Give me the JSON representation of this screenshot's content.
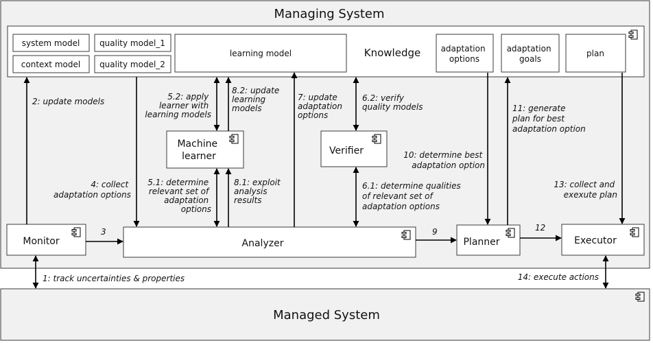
{
  "managing_system": {
    "title": "Managing System"
  },
  "managed_system": {
    "title": "Managed System"
  },
  "knowledge": {
    "title": "Knowledge",
    "models": {
      "system_model": "system model",
      "quality_model_1": "quality model_1",
      "context_model": "context model",
      "quality_model_2": "quality model_2",
      "learning_model": "learning model",
      "adaptation_options": [
        "adaptation",
        "options"
      ],
      "adaptation_goals": [
        "adaptation",
        "goals"
      ],
      "plan": "plan"
    }
  },
  "components": {
    "monitor": "Monitor",
    "analyzer": "Analyzer",
    "planner": "Planner",
    "executor": "Executor",
    "machine_learner": [
      "Machine",
      "learner"
    ],
    "verifier": "Verifier"
  },
  "steps": {
    "s1": "1: track uncertainties & properties",
    "s2": "2: update models",
    "s3": "3",
    "s4": [
      "4: collect",
      "adaptation options"
    ],
    "s5_1": [
      "5.1: determine",
      "relevant set of",
      "adaptation",
      "options"
    ],
    "s5_2": [
      "5.2: apply",
      "learner with",
      "learning models"
    ],
    "s6_1": [
      "6.1: determine qualities",
      "of relevant set of",
      "adaptation options"
    ],
    "s6_2": [
      "6.2: verify",
      "quality models"
    ],
    "s7": [
      "7: update",
      "adaptation",
      "options"
    ],
    "s8_1": [
      "8.1: exploit",
      "analysis",
      "results"
    ],
    "s8_2": [
      "8.2: update",
      "learning",
      "models"
    ],
    "s9": "9",
    "s10": [
      "10: determine best",
      "adaptation option"
    ],
    "s11": [
      "11: generate",
      "plan for best",
      "adaptation option"
    ],
    "s12": "12",
    "s13": [
      "13: collect and",
      "exexute plan"
    ],
    "s14": "14: execute actions"
  }
}
